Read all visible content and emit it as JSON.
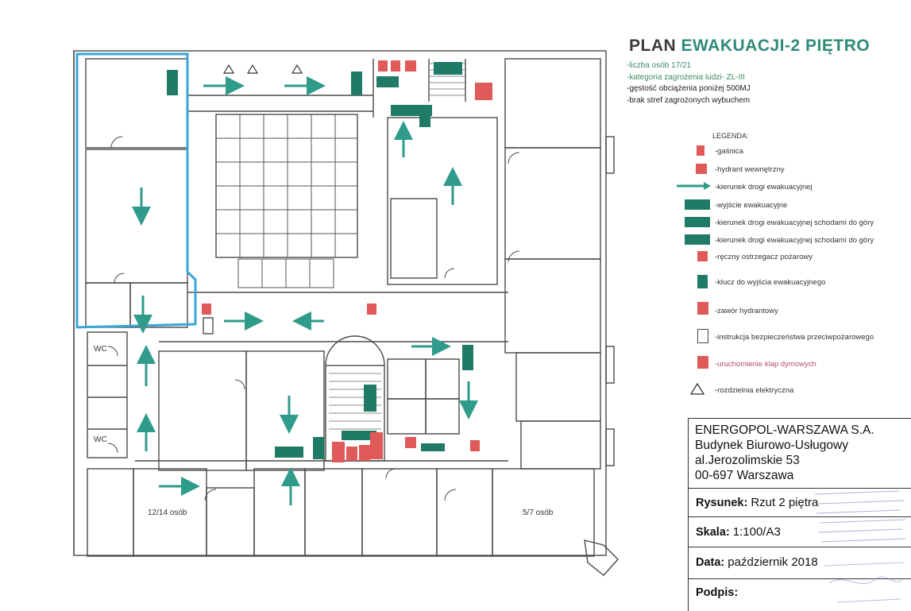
{
  "title": {
    "part1": "PLAN ",
    "part2": "EWAKUACJI-2 PIĘTRO"
  },
  "info_lines": [
    "-liczba osób 17/21",
    "-kategoria zagrożenia ludzi- ZL-III",
    "-gęstość obciążenia poniżej 500MJ",
    "-brak stref zagrożonych wybuchem"
  ],
  "legend": {
    "heading": "LEGENDA:",
    "items": [
      {
        "label": "-gaśnica",
        "icon": "fire-extinguisher-icon",
        "color": "#e05a5a"
      },
      {
        "label": "-hydrant wewnętrzny",
        "icon": "hydrant-icon",
        "color": "#e05a5a"
      },
      {
        "label": "-kierunek drogi ewakuacyjnej",
        "icon": "evacuation-arrow-icon",
        "color": "#2e9b8b"
      },
      {
        "label": "-wyjście ewakuacyjne",
        "icon": "exit-sign-icon",
        "color": "#1f7a66"
      },
      {
        "label": "-kierunek drogi ewakuacyjnej schodami do góry",
        "icon": "stairs-up-sign-icon",
        "color": "#1f7a66"
      },
      {
        "label": "-kierunek drogi ewakuacyjnej schodami do góry",
        "icon": "stairs-up-sign-icon",
        "color": "#1f7a66"
      },
      {
        "label": "-ręczny ostrzegacz pożarowy",
        "icon": "manual-call-point-icon",
        "color": "#e05a5a"
      },
      {
        "label": "-klucz do wyjścia ewakuacyjnego",
        "icon": "exit-key-icon",
        "color": "#1f7a66"
      },
      {
        "label": "-zawór hydrantowy",
        "icon": "hydrant-valve-icon",
        "color": "#e05a5a"
      },
      {
        "label": "-instrukcja bezpieczeństwa przeciwpożarowego",
        "icon": "fire-safety-instruction-icon",
        "color": "#444444"
      },
      {
        "label": "-uruchomienie klap dymowych",
        "icon": "smoke-vent-release-icon",
        "color": "#e05a5a"
      },
      {
        "label": "-rozdzielnia elektryczna",
        "icon": "electrical-hazard-icon",
        "color": "#333333"
      }
    ]
  },
  "company": {
    "name": "ENERGOPOL-WARSZAWA S.A.",
    "building": "Budynek Biurowo-Usługowy",
    "street": "al.Jerozolimskie 53",
    "city": "00-697 Warszawa"
  },
  "fields": {
    "drawing_label": "Rysunek:",
    "drawing_value": "Rzut 2 piętra",
    "scale_label": "Skala:",
    "scale_value": "1:100/A3",
    "date_label": "Data:",
    "date_value": "październik 2018",
    "signature_label": "Podpis:"
  },
  "room_labels": {
    "left": "12/14 osób",
    "right": "5/7 osób"
  },
  "wc_labels": [
    "WC",
    "WC"
  ],
  "colors": {
    "arrow": "#2e9b8b",
    "sign_green": "#1f7a66",
    "sign_red": "#e05a5a",
    "highlight": "#3aa6d8",
    "wall": "#4a4a4a"
  }
}
